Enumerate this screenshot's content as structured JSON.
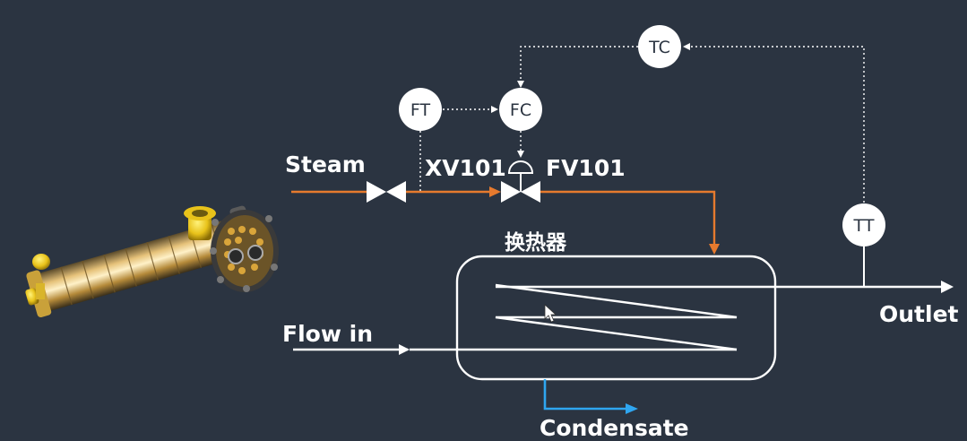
{
  "labels": {
    "steam": "Steam",
    "xv101": "XV101",
    "fv101": "FV101",
    "exchanger": "换热器",
    "flow_in": "Flow in",
    "outlet": "Outlet",
    "condensate": "Condensate"
  },
  "instruments": {
    "ft": "FT",
    "fc": "FC",
    "tc": "TC",
    "tt": "TT"
  },
  "colors": {
    "background": "#2b3441",
    "steam_line": "#e67a2e",
    "condensate_line": "#2fa6f0",
    "process_line": "#ffffff"
  },
  "icons": {
    "exchanger_photo": "shell-and-tube-heat-exchanger-illustration",
    "cursor": "mouse-pointer-icon"
  }
}
